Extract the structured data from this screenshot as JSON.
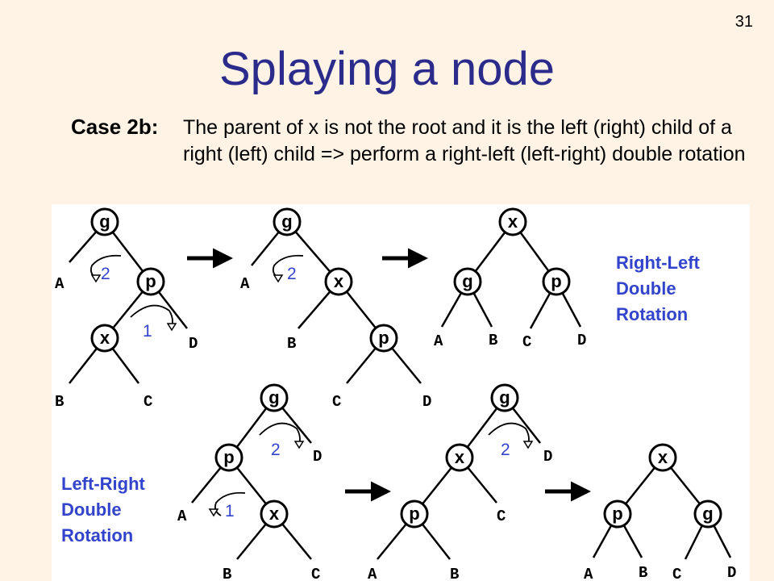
{
  "slide": {
    "number": "31",
    "title": "Splaying a node",
    "case_label": "Case 2b:",
    "case_text": "The parent of x is not the root and it is the left (right) child of a right (left) child => perform a right-left (left-right) double rotation"
  },
  "diagram": {
    "labels": {
      "right_left": [
        "Right-Left",
        "Double",
        "Rotation"
      ],
      "left_right": [
        "Left-Right",
        "Double",
        "Rotation"
      ]
    },
    "steps": {
      "rl1": {
        "nodes": {
          "g": "g",
          "p": "p",
          "x": "x"
        },
        "leaves": {
          "A": "A",
          "B": "B",
          "C": "C",
          "D": "D"
        },
        "rotations": {
          "r2": "2",
          "r1": "1"
        }
      },
      "rl2": {
        "nodes": {
          "g": "g",
          "x": "x",
          "p": "p"
        },
        "leaves": {
          "A": "A",
          "B": "B",
          "C": "C",
          "D": "D"
        },
        "rotations": {
          "r2": "2"
        }
      },
      "rl3": {
        "nodes": {
          "x": "x",
          "g": "g",
          "p": "p"
        },
        "leaves": {
          "A": "A",
          "B": "B",
          "C": "C",
          "D": "D"
        }
      },
      "lr1": {
        "nodes": {
          "g": "g",
          "p": "p",
          "x": "x"
        },
        "leaves": {
          "A": "A",
          "B": "B",
          "C": "C",
          "D": "D"
        },
        "rotations": {
          "r2": "2",
          "r1": "1"
        }
      },
      "lr2": {
        "nodes": {
          "g": "g",
          "x": "x",
          "p": "p"
        },
        "leaves": {
          "A": "A",
          "B": "B",
          "C": "C",
          "D": "D"
        },
        "rotations": {
          "r2": "2"
        }
      },
      "lr3": {
        "nodes": {
          "x": "x",
          "p": "p",
          "g": "g"
        },
        "leaves": {
          "A": "A",
          "B": "B",
          "C": "C",
          "D": "D"
        }
      }
    }
  }
}
